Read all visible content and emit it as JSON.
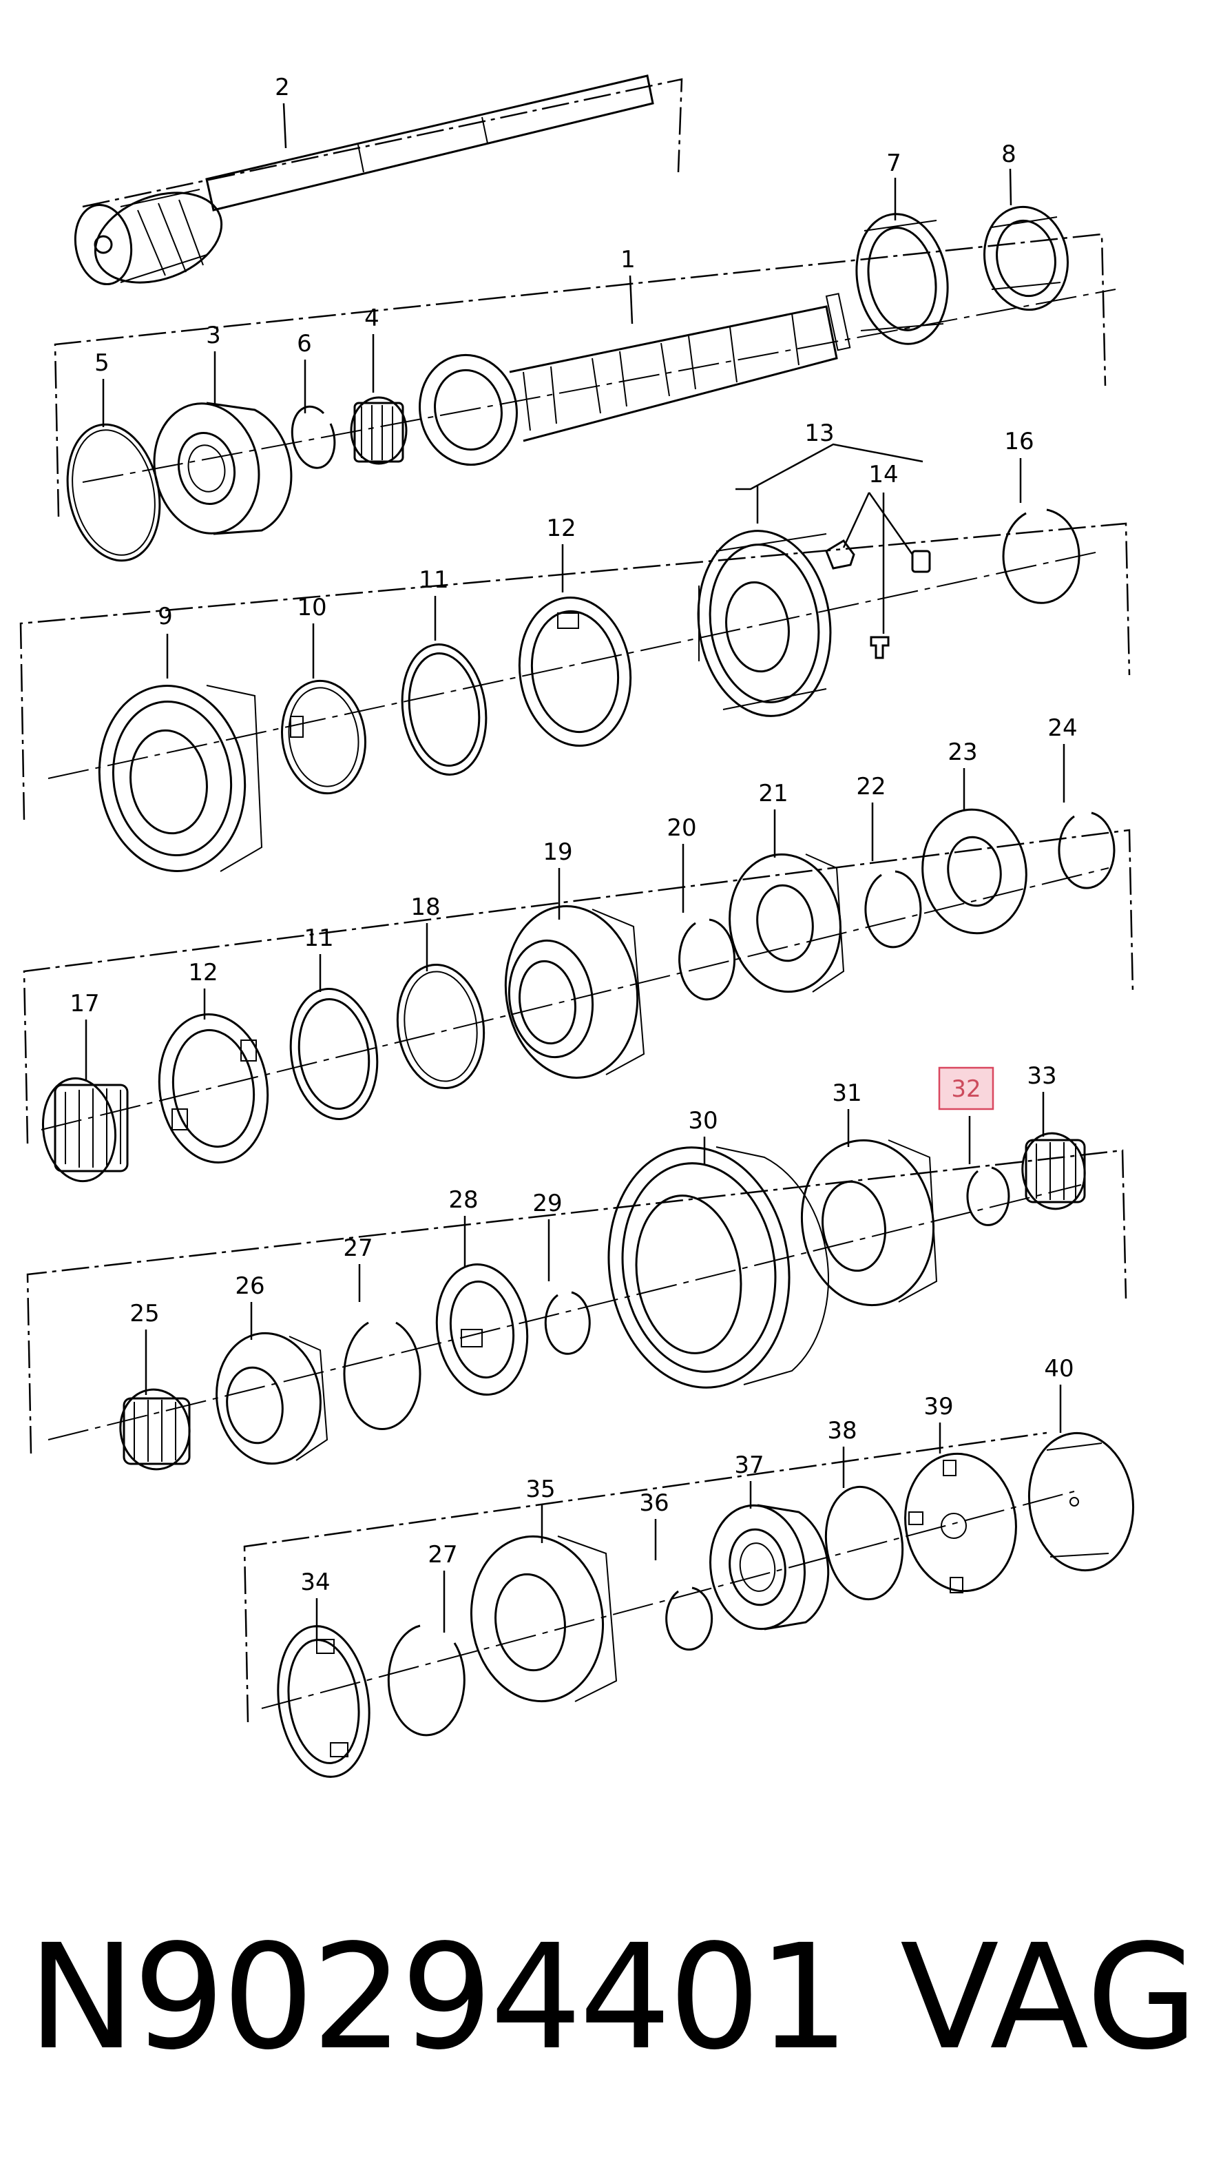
{
  "footer": {
    "part_number": "N90294401",
    "brand": "VAG"
  },
  "highlight": {
    "callout": "32",
    "color": "#f9d6dc",
    "border": "#d9475f"
  },
  "callouts": [
    "1",
    "2",
    "3",
    "4",
    "5",
    "6",
    "7",
    "8",
    "9",
    "10",
    "11",
    "11",
    "12",
    "12",
    "13",
    "14",
    "16",
    "17",
    "18",
    "19",
    "20",
    "21",
    "22",
    "23",
    "24",
    "25",
    "26",
    "27",
    "27",
    "28",
    "29",
    "30",
    "31",
    "32",
    "33",
    "34",
    "35",
    "36",
    "37",
    "38",
    "39",
    "40"
  ],
  "labels": {
    "c1": "1",
    "c2": "2",
    "c3": "3",
    "c4": "4",
    "c5": "5",
    "c6": "6",
    "c7": "7",
    "c8": "8",
    "c9": "9",
    "c10": "10",
    "c11a": "11",
    "c11b": "11",
    "c12a": "12",
    "c12b": "12",
    "c13": "13",
    "c14": "14",
    "c16": "16",
    "c17": "17",
    "c18": "18",
    "c19": "19",
    "c20": "20",
    "c21": "21",
    "c22": "22",
    "c23": "23",
    "c24": "24",
    "c25": "25",
    "c26": "26",
    "c27a": "27",
    "c27b": "27",
    "c28": "28",
    "c29": "29",
    "c30": "30",
    "c31": "31",
    "c32": "32",
    "c33": "33",
    "c34": "34",
    "c35": "35",
    "c36": "36",
    "c37": "37",
    "c38": "38",
    "c39": "39",
    "c40": "40"
  }
}
